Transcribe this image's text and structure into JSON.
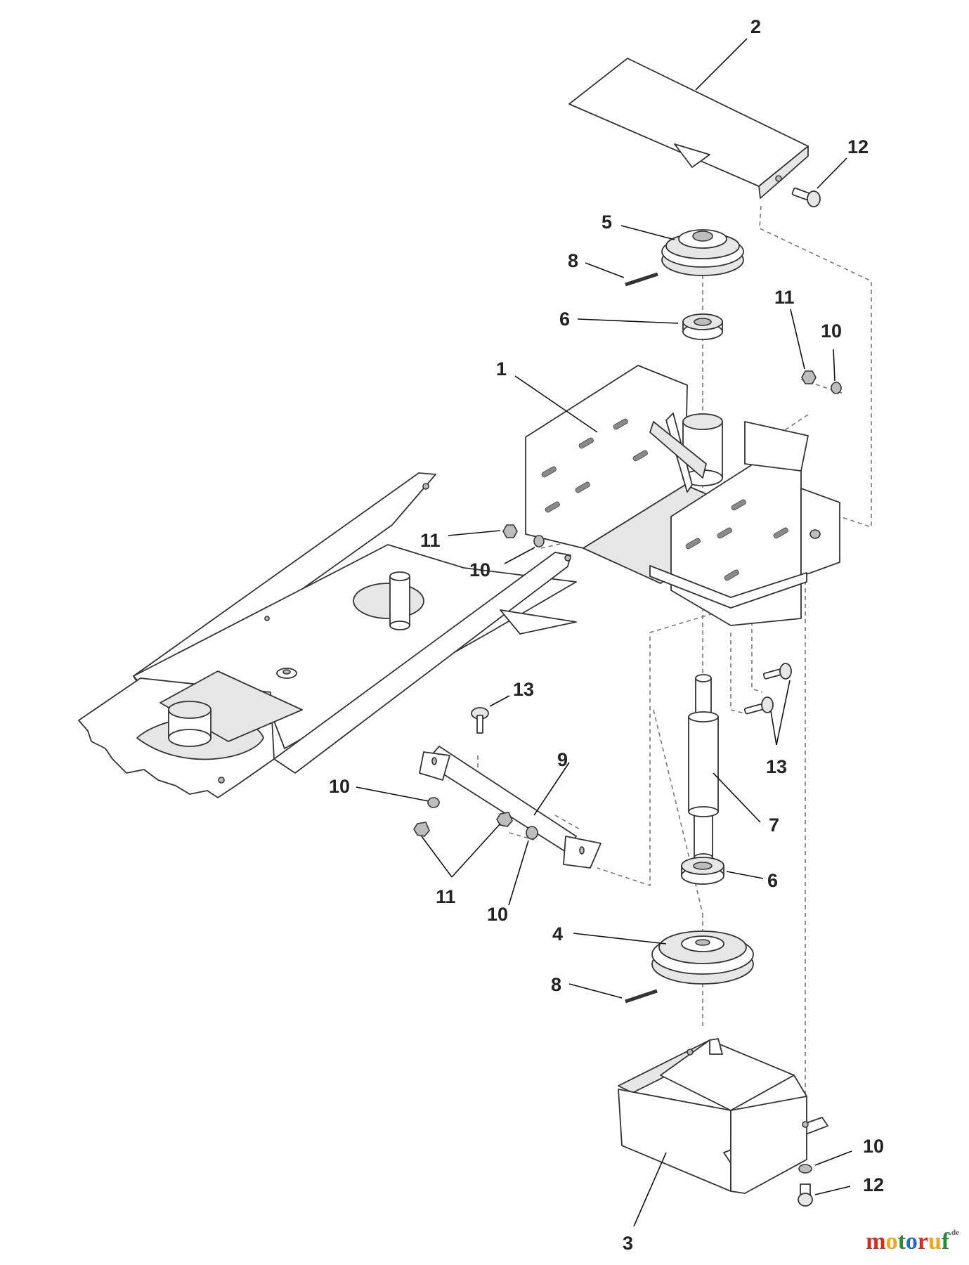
{
  "diagram": {
    "callouts": {
      "c2": "2",
      "c12a": "12",
      "c5": "5",
      "c8a": "8",
      "c6a": "6",
      "c11a": "11",
      "c10a": "10",
      "c1": "1",
      "c11b": "11",
      "c10b": "10",
      "c13a": "13",
      "c13b": "13",
      "c9": "9",
      "c10c": "10",
      "c7": "7",
      "c11c": "11",
      "c10d": "10",
      "c6b": "6",
      "c4": "4",
      "c8b": "8",
      "c10e": "10",
      "c12b": "12",
      "c3": "3"
    }
  },
  "watermark": {
    "brand_main": "motoruf",
    "brand_sub": ".de",
    "colors": [
      "#d62b1e",
      "#f2a51a",
      "#2a8a3b",
      "#1e6fc4"
    ]
  }
}
